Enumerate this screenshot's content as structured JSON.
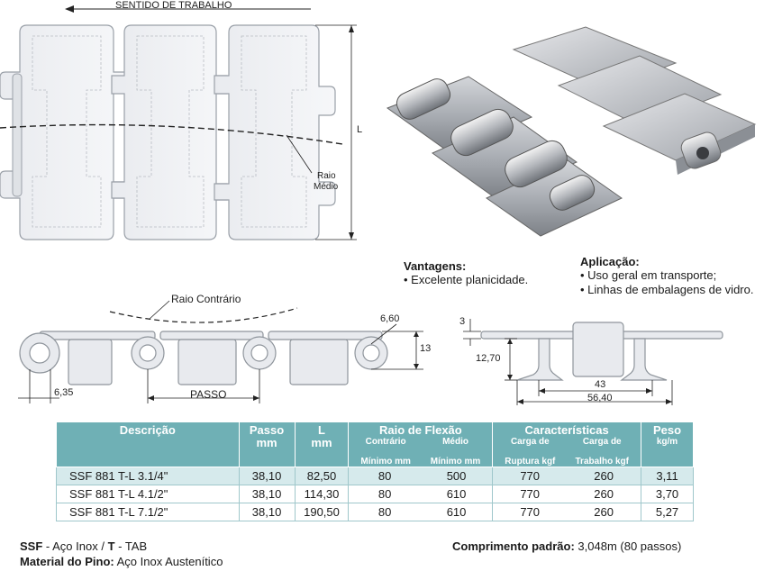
{
  "top_drawing": {
    "direction_label": "SENTIDO DE TRABALHO",
    "l_label": "L",
    "radius_label_1": "Raio",
    "radius_label_2": "Médio"
  },
  "side_drawing": {
    "counter_radius_label": "Raio Contrário",
    "dim_660": "6,60",
    "dim_13": "13",
    "dim_635": "6,35",
    "pitch_label": "PASSO"
  },
  "section_drawing": {
    "dim_3": "3",
    "dim_1270": "12,70",
    "dim_43": "43",
    "dim_5640": "56,40"
  },
  "advantages": {
    "title": "Vantagens:",
    "items": [
      "Excelente planicidade."
    ]
  },
  "application": {
    "title": "Aplicação:",
    "items": [
      "Uso geral em transporte;",
      "Linhas de embalagens de vidro."
    ]
  },
  "table": {
    "h_desc": "Descrição",
    "h_passo": "Passo",
    "h_passo_unit": "mm",
    "h_l": "L",
    "h_l_unit": "mm",
    "h_raio": "Raio de Flexão",
    "h_raio_c1": "Contrário",
    "h_raio_c2": "Mínimo mm",
    "h_raio_m1": "Médio",
    "h_raio_m2": "Mínimo mm",
    "h_car": "Características",
    "h_car_r1": "Carga de",
    "h_car_r2": "Ruptura kgf",
    "h_car_t1": "Carga de",
    "h_car_t2": "Trabalho kgf",
    "h_peso": "Peso",
    "h_peso_unit": "kg/m",
    "rows": [
      {
        "desc": "SSF 881 T-L 3.1/4\"",
        "passo": "38,10",
        "l": "82,50",
        "contrario": "80",
        "medio": "500",
        "ruptura": "770",
        "trabalho": "260",
        "peso": "3,11"
      },
      {
        "desc": "SSF 881 T-L 4.1/2\"",
        "passo": "38,10",
        "l": "114,30",
        "contrario": "80",
        "medio": "610",
        "ruptura": "770",
        "trabalho": "260",
        "peso": "3,70"
      },
      {
        "desc": "SSF 881 T-L 7.1/2\"",
        "passo": "38,10",
        "l": "190,50",
        "contrario": "80",
        "medio": "610",
        "ruptura": "770",
        "trabalho": "260",
        "peso": "5,27"
      }
    ]
  },
  "footer": {
    "ssf_code": "SSF",
    "ssf_text": " - Aço Inox  / ",
    "t_code": "T",
    "t_text": " - TAB",
    "pin_label": "Material do Pino:",
    "pin_text": " Aço Inox Austenítico",
    "length_label": "Comprimento padrão:",
    "length_text": " 3,048m (80 passos)"
  }
}
